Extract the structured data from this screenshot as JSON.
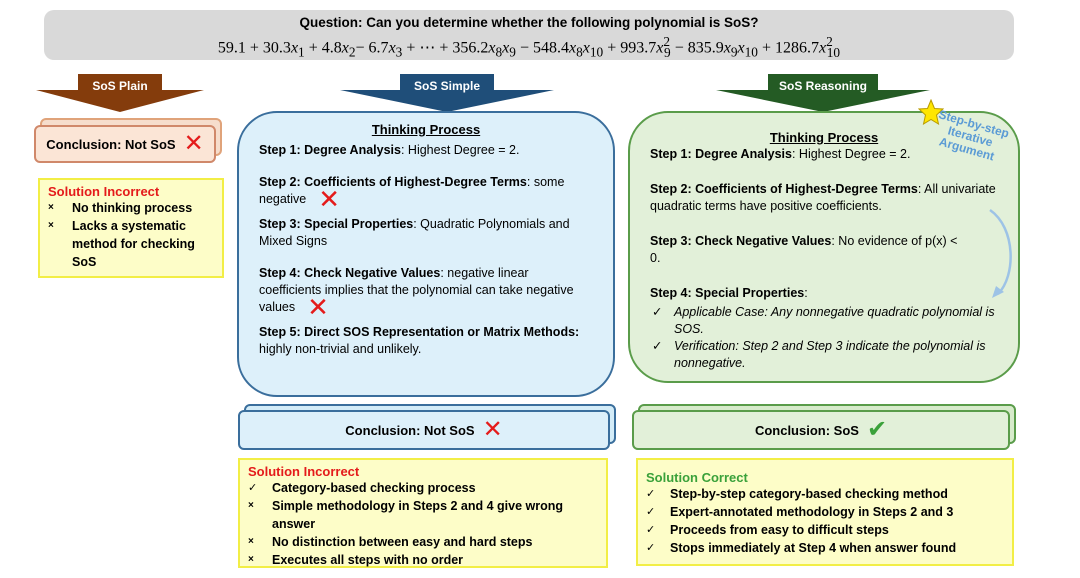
{
  "question": {
    "title": "Question: Can you determine whether the following polynomial is SoS?"
  },
  "methods": {
    "plain": {
      "label": "SoS Plain",
      "color": "#843c0c"
    },
    "simple": {
      "label": "SoS Simple",
      "color": "#1f4e79"
    },
    "reasoning": {
      "label": "SoS Reasoning",
      "color": "#245b24"
    }
  },
  "plain": {
    "conclusion": "Conclusion: Not SoS",
    "solution": {
      "title": "Solution Incorrect",
      "items": [
        {
          "mark": "×",
          "text": "No thinking process"
        },
        {
          "mark": "×",
          "text": "Lacks a systematic method for checking SoS"
        }
      ]
    }
  },
  "simple": {
    "thinking_title": "Thinking Process",
    "steps": [
      {
        "head": "Step 1: Degree Analysis",
        "body": ": Highest Degree = 2.",
        "wrong": false
      },
      {
        "head": "Step 2: Coefficients of Highest-Degree Terms",
        "body": ": some negative",
        "wrong": true
      },
      {
        "head": "Step 3: Special Properties",
        "body": ": Quadratic Polynomials and Mixed Signs",
        "wrong": false
      },
      {
        "head": "Step 4: Check Negative Values",
        "body": ": negative linear coefficients implies that the polynomial can take negative values",
        "wrong": true
      },
      {
        "head": "Step 5: Direct SOS Representation or Matrix Methods:",
        "body": " highly non-trivial and unlikely.",
        "wrong": false
      }
    ],
    "conclusion": "Conclusion: Not SoS",
    "solution": {
      "title": "Solution Incorrect",
      "items": [
        {
          "mark": "✓",
          "text": "Category-based checking process"
        },
        {
          "mark": "×",
          "text": "Simple methodology in Steps 2 and 4 give wrong answer"
        },
        {
          "mark": "×",
          "text": "No distinction between easy and hard steps"
        },
        {
          "mark": "×",
          "text": "Executes all steps with no order"
        }
      ]
    }
  },
  "reasoning": {
    "thinking_title": "Thinking Process",
    "badge": "Step-by-step Iterative Argument",
    "steps": [
      {
        "head": "Step 1: Degree Analysis",
        "body": ": Highest Degree = 2."
      },
      {
        "head": "Step 2: Coefficients of Highest-Degree Terms",
        "body": ": All univariate quadratic terms have positive coefficients."
      },
      {
        "head": "Step 3: Check Negative Values",
        "body": ": No evidence of  p(x) < 0."
      },
      {
        "head": "Step 4: Special Properties",
        "body": ":"
      }
    ],
    "step4_items": [
      {
        "mark": "✓",
        "text": "Applicable Case:  Any nonnegative quadratic polynomial is SOS."
      },
      {
        "mark": "✓",
        "text": "Verification: Step 2 and Step 3 indicate the polynomial is nonnegative."
      }
    ],
    "conclusion": "Conclusion: SoS",
    "solution": {
      "title": "Solution Correct",
      "items": [
        {
          "mark": "✓",
          "text": "Step-by-step category-based checking method"
        },
        {
          "mark": "✓",
          "text": "Expert-annotated methodology in Steps 2 and 3"
        },
        {
          "mark": "✓",
          "text": "Proceeds from easy to difficult steps"
        },
        {
          "mark": "✓",
          "text": "Stops immediately at Step 4 when answer found"
        }
      ]
    }
  }
}
